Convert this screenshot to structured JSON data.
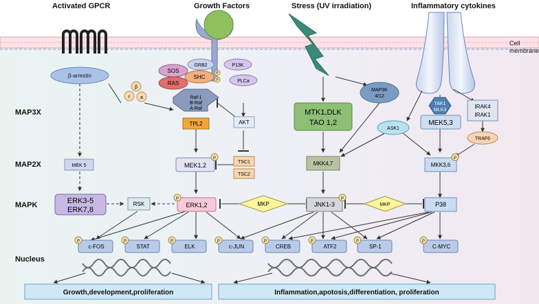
{
  "headers": {
    "gpcr": "Activated GPCR",
    "growth": "Growth Factors",
    "stress": "Stress (UV irradiation)",
    "cytokines": "Inflammatory cytokines",
    "membrane_line1": "Cell",
    "membrane_line2": "membrane"
  },
  "row_labels": {
    "map3x": "MAP3X",
    "map2x": "MAP2X",
    "mapk": "MAPK",
    "nucleus": "Nucleus"
  },
  "nodes": {
    "beta_arrestin": "β-arrestin",
    "arrestin_beta": "β",
    "arrestin_gamma": "r",
    "arrestin_alpha": "a",
    "grb2": "GRB2",
    "sos": "SOS",
    "shc": "SHC",
    "ras": "RAS",
    "p13k": "P13K",
    "plca": "PLCa",
    "raf_1": "Raf-1",
    "raf_b": "B-Raf",
    "raf_a": "A-Raf",
    "tpl2": "TPL2",
    "akt": "AKT",
    "tsc1": "TSC1",
    "tsc2": "TSC2",
    "mek12": "MEK1,2",
    "mek5": "MEK 5",
    "erk35_l1": "ERK3-5",
    "erk35_l2": "ERK7,8",
    "rsk": "RSK",
    "erk12": "ERK1,2",
    "mkp1": "MKP",
    "mtk_l1": "MTK1,DLK",
    "mtk_l2": "TAO 1,2",
    "map3k_l1": "MAP3K",
    "map3k_l2": "4/12",
    "tak1_l1": "TAK1",
    "tak1_l2": "MLK3",
    "irak_l1": "IRAK4",
    "irak_l2": "IRAK1",
    "ask1": "ASK1",
    "mek53": "MEK5,3",
    "traf6": "TRAF6",
    "mkk47": "MKK4,7",
    "mkk36": "MKK3,6",
    "jnk13": "JNK1-3",
    "mkp2": "MKP",
    "p38": "P38",
    "cfos": "c-FOS",
    "stat": "STAT",
    "elk": "ELK",
    "cjun": "c-JUN",
    "creb": "CREB",
    "atf2": "ATF2",
    "sp1": "SP-1",
    "cmyc": "C-MYC",
    "phospho": "P"
  },
  "outcomes": {
    "left": "Growth,development,proliferation",
    "right": "Inflammation,apotosis,differentiation, proliferation"
  }
}
